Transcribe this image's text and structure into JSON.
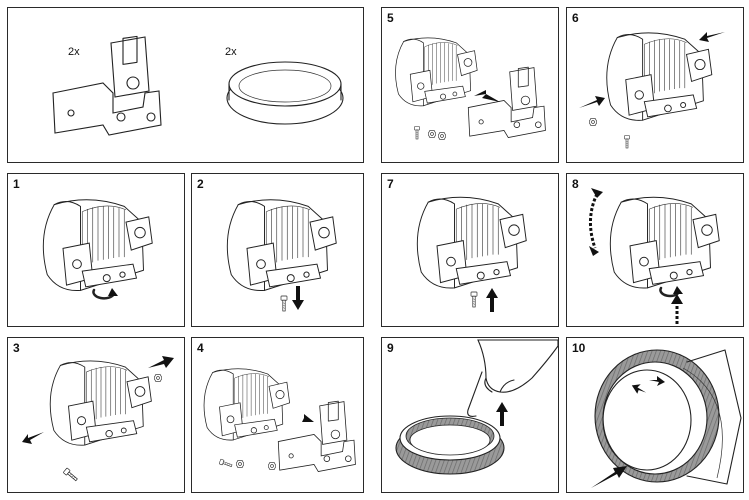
{
  "parts": {
    "bracket_qty": "2x",
    "ring_qty": "2x"
  },
  "steps": [
    {
      "id": "p5",
      "label": "5"
    },
    {
      "id": "p6",
      "label": "6"
    },
    {
      "id": "p1",
      "label": "1"
    },
    {
      "id": "p2",
      "label": "2"
    },
    {
      "id": "p7",
      "label": "7"
    },
    {
      "id": "p8",
      "label": "8"
    },
    {
      "id": "p3",
      "label": "3"
    },
    {
      "id": "p4",
      "label": "4"
    },
    {
      "id": "p9",
      "label": "9"
    },
    {
      "id": "p10",
      "label": "10"
    }
  ],
  "colors": {
    "line": "#222222",
    "tape": "#8a8a8a",
    "background": "#ffffff"
  }
}
